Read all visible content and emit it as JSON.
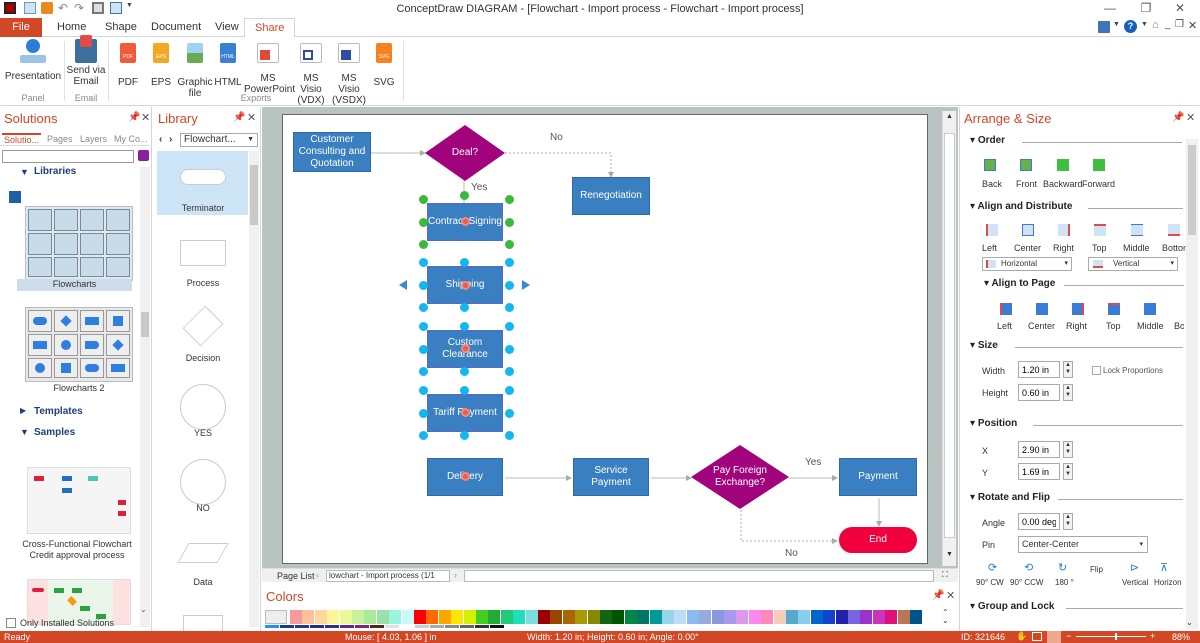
{
  "window": {
    "title": "ConceptDraw DIAGRAM - [Flowchart - Import process - Flowchart - Import process]",
    "controls": [
      "minimize",
      "restore",
      "close"
    ]
  },
  "quick_access": [
    "app-icon",
    "new-icon",
    "open-icon",
    "undo-icon",
    "redo-icon",
    "save-icon",
    "print-preview-icon",
    "customize-dropdown-icon"
  ],
  "ribbon": {
    "tabs": [
      {
        "label": "File",
        "active": false
      },
      {
        "label": "Home",
        "active": false
      },
      {
        "label": "Shape",
        "active": false
      },
      {
        "label": "Document",
        "active": false
      },
      {
        "label": "View",
        "active": false
      },
      {
        "label": "Share",
        "active": true
      }
    ],
    "groups": {
      "panel": "Panel",
      "email": "Email",
      "exports": "Exports"
    },
    "buttons": {
      "presentation": "Presentation",
      "send_email": "Send via Email",
      "pdf": "PDF",
      "eps": "EPS",
      "graphic": "Graphic file",
      "html": "HTML",
      "ppt": "MS PowerPoint",
      "vdx": "MS Visio (VDX)",
      "vsdx": "MS Visio (VSDX)",
      "svg": "SVG"
    },
    "icon_badges": {
      "pdf": "PDF",
      "eps": "EPS",
      "html": "HTML",
      "svg": "SVG"
    }
  },
  "solutions": {
    "title": "Solutions",
    "tabs": [
      "Solutio...",
      "Pages",
      "Layers",
      "My Co..."
    ],
    "search_placeholder": "",
    "libraries_label": "Libraries",
    "library_sets": [
      "Flowcharts",
      "Flowcharts 2"
    ],
    "templates_label": "Templates",
    "samples_label": "Samples",
    "sample_1": "Cross-Functional Flowchart Credit approval process",
    "only_installed": "Only Installed Solutions"
  },
  "library": {
    "title": "Library",
    "selected": "Flowchart...",
    "items": [
      "Terminator",
      "Process",
      "Decision",
      "YES",
      "NO",
      "Data"
    ]
  },
  "diagram": {
    "nodes": {
      "customer": "Customer Consulting and Quotation",
      "deal": "Deal?",
      "renegotiation": "Renegotiation",
      "contract": "Contract Signing",
      "shipping": "Shipping",
      "custom": "Custom Clearance",
      "tariff": "Tariff Payment",
      "delivery": "Delivery",
      "service": "Service Payment",
      "foreign": "Pay Foreign Exchange?",
      "payment": "Payment",
      "end": "End"
    },
    "labels": {
      "no1": "No",
      "yes1": "Yes",
      "yes2": "Yes",
      "no2": "No"
    },
    "colors": {
      "process": "#3a7fc1",
      "decision": "#a1037c",
      "end": "#f0003c"
    }
  },
  "page_nav": {
    "label": "Page List",
    "current": "lowchart - Import process (1/1"
  },
  "colors_panel": {
    "title": "Colors",
    "swatches": [
      "#f59a9a",
      "#fcc09a",
      "#fdd89a",
      "#fdf59a",
      "#eaf89a",
      "#c8f29a",
      "#a8ea9a",
      "#9ae0a8",
      "#9af5e0",
      "#c8fafa",
      "#ff0000",
      "#ff6a00",
      "#ffa500",
      "#ffe400",
      "#d4f000",
      "#44cc22",
      "#22aa33",
      "#22cc77",
      "#22ddbb",
      "#77dddd",
      "#990000",
      "#994400",
      "#aa6600",
      "#aa9900",
      "#888800",
      "#116611",
      "#005500",
      "#008844",
      "#007766",
      "#009999",
      "#99d5ea",
      "#bbddf6",
      "#88bbf0",
      "#99aadd",
      "#8899dd",
      "#aa99ee",
      "#dd99ee",
      "#ff88ee",
      "#ff88bb",
      "#f6ccbb",
      "#55aacc",
      "#88ccf0",
      "#0066cc",
      "#1144cc",
      "#2222aa",
      "#7766dd",
      "#9933cc",
      "#cc33bb",
      "#dd1177",
      "#bb7755",
      "#005588"
    ],
    "bottom_strip": [
      "#1e90ff",
      "#1a3a8a",
      "#203a90",
      "#2a2a8a",
      "#3a2a8a",
      "#5a2a8a",
      "#7a2a7a",
      "#4a2a1a",
      "#e0e0e0",
      "#ffffff",
      "#cccccc",
      "#aaaaaa",
      "#888888",
      "#666666",
      "#333333",
      "#111111"
    ]
  },
  "arrange": {
    "title": "Arrange & Size",
    "order": {
      "label": "Order",
      "buttons": [
        "Back",
        "Front",
        "Backward",
        "Forward"
      ]
    },
    "align": {
      "label": "Align and Distribute",
      "buttons": [
        "Left",
        "Center",
        "Right",
        "Top",
        "Middle",
        "Bottom"
      ],
      "horizontal": "Horizontal",
      "vertical": "Vertical"
    },
    "align_page": {
      "label": "Align to Page",
      "buttons": [
        "Left",
        "Center",
        "Right",
        "Top",
        "Middle",
        "Bottom"
      ]
    },
    "size": {
      "label": "Size",
      "width_label": "Width",
      "width": "1.20 in",
      "height_label": "Height",
      "height": "0.60 in",
      "lock": "Lock Proportions"
    },
    "position": {
      "label": "Position",
      "x_label": "X",
      "x": "2.90 in",
      "y_label": "Y",
      "y": "1.69 in"
    },
    "rotate": {
      "label": "Rotate and Flip",
      "angle_label": "Angle",
      "angle": "0.00 deg",
      "pin_label": "Pin",
      "pin": "Center-Center",
      "buttons": [
        "90° CW",
        "90° CCW",
        "180 °",
        "Flip",
        "Vertical",
        "Horizon"
      ]
    },
    "group": {
      "label": "Group and Lock"
    }
  },
  "status": {
    "ready": "Ready",
    "mouse": "Mouse: [ 4.03, 1.06 ] in",
    "dims": "Width: 1.20 in;  Height: 0.60 in;  Angle: 0.00°",
    "id": "ID: 321646",
    "zoom": "88%",
    "zoom_fraction": 0.55
  }
}
